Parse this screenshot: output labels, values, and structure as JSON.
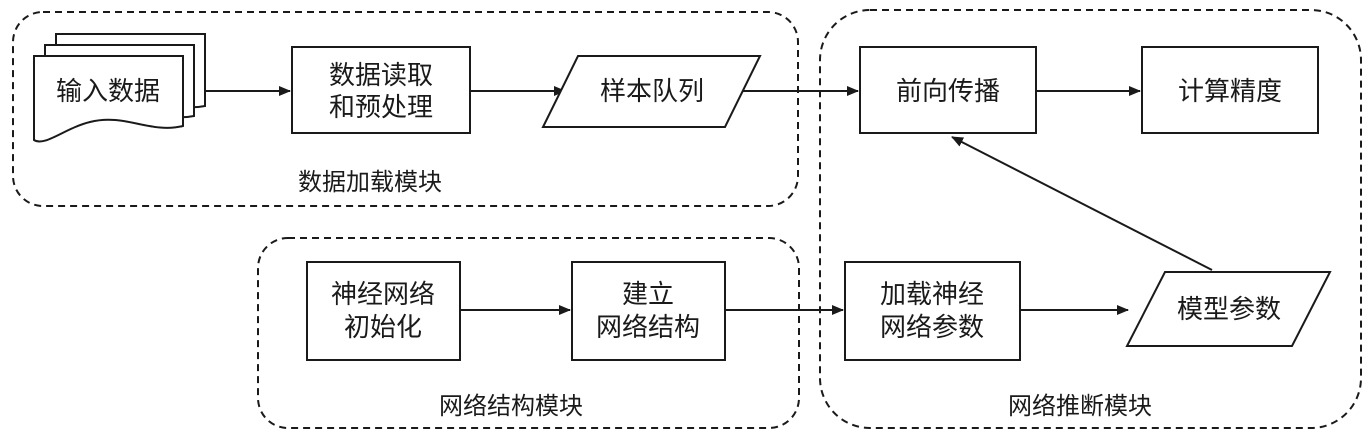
{
  "groups": {
    "data_loading": "数据加载模块",
    "network_structure": "网络结构模块",
    "network_inference": "网络推断模块"
  },
  "nodes": {
    "input_data": "输入数据",
    "read_preprocess": [
      "数据读取",
      "和预处理"
    ],
    "sample_queue": "样本队列",
    "forward": "前向传播",
    "accuracy": "计算精度",
    "nn_init": [
      "神经网络",
      "初始化"
    ],
    "build_net": [
      "建立",
      "网络结构"
    ],
    "load_params": [
      "加载神经",
      "网络参数"
    ],
    "model_params": "模型参数"
  },
  "edges": [
    [
      "input_data",
      "read_preprocess"
    ],
    [
      "read_preprocess",
      "sample_queue"
    ],
    [
      "sample_queue",
      "forward"
    ],
    [
      "forward",
      "accuracy"
    ],
    [
      "nn_init",
      "build_net"
    ],
    [
      "build_net",
      "load_params"
    ],
    [
      "load_params",
      "model_params"
    ],
    [
      "model_params",
      "forward"
    ]
  ]
}
